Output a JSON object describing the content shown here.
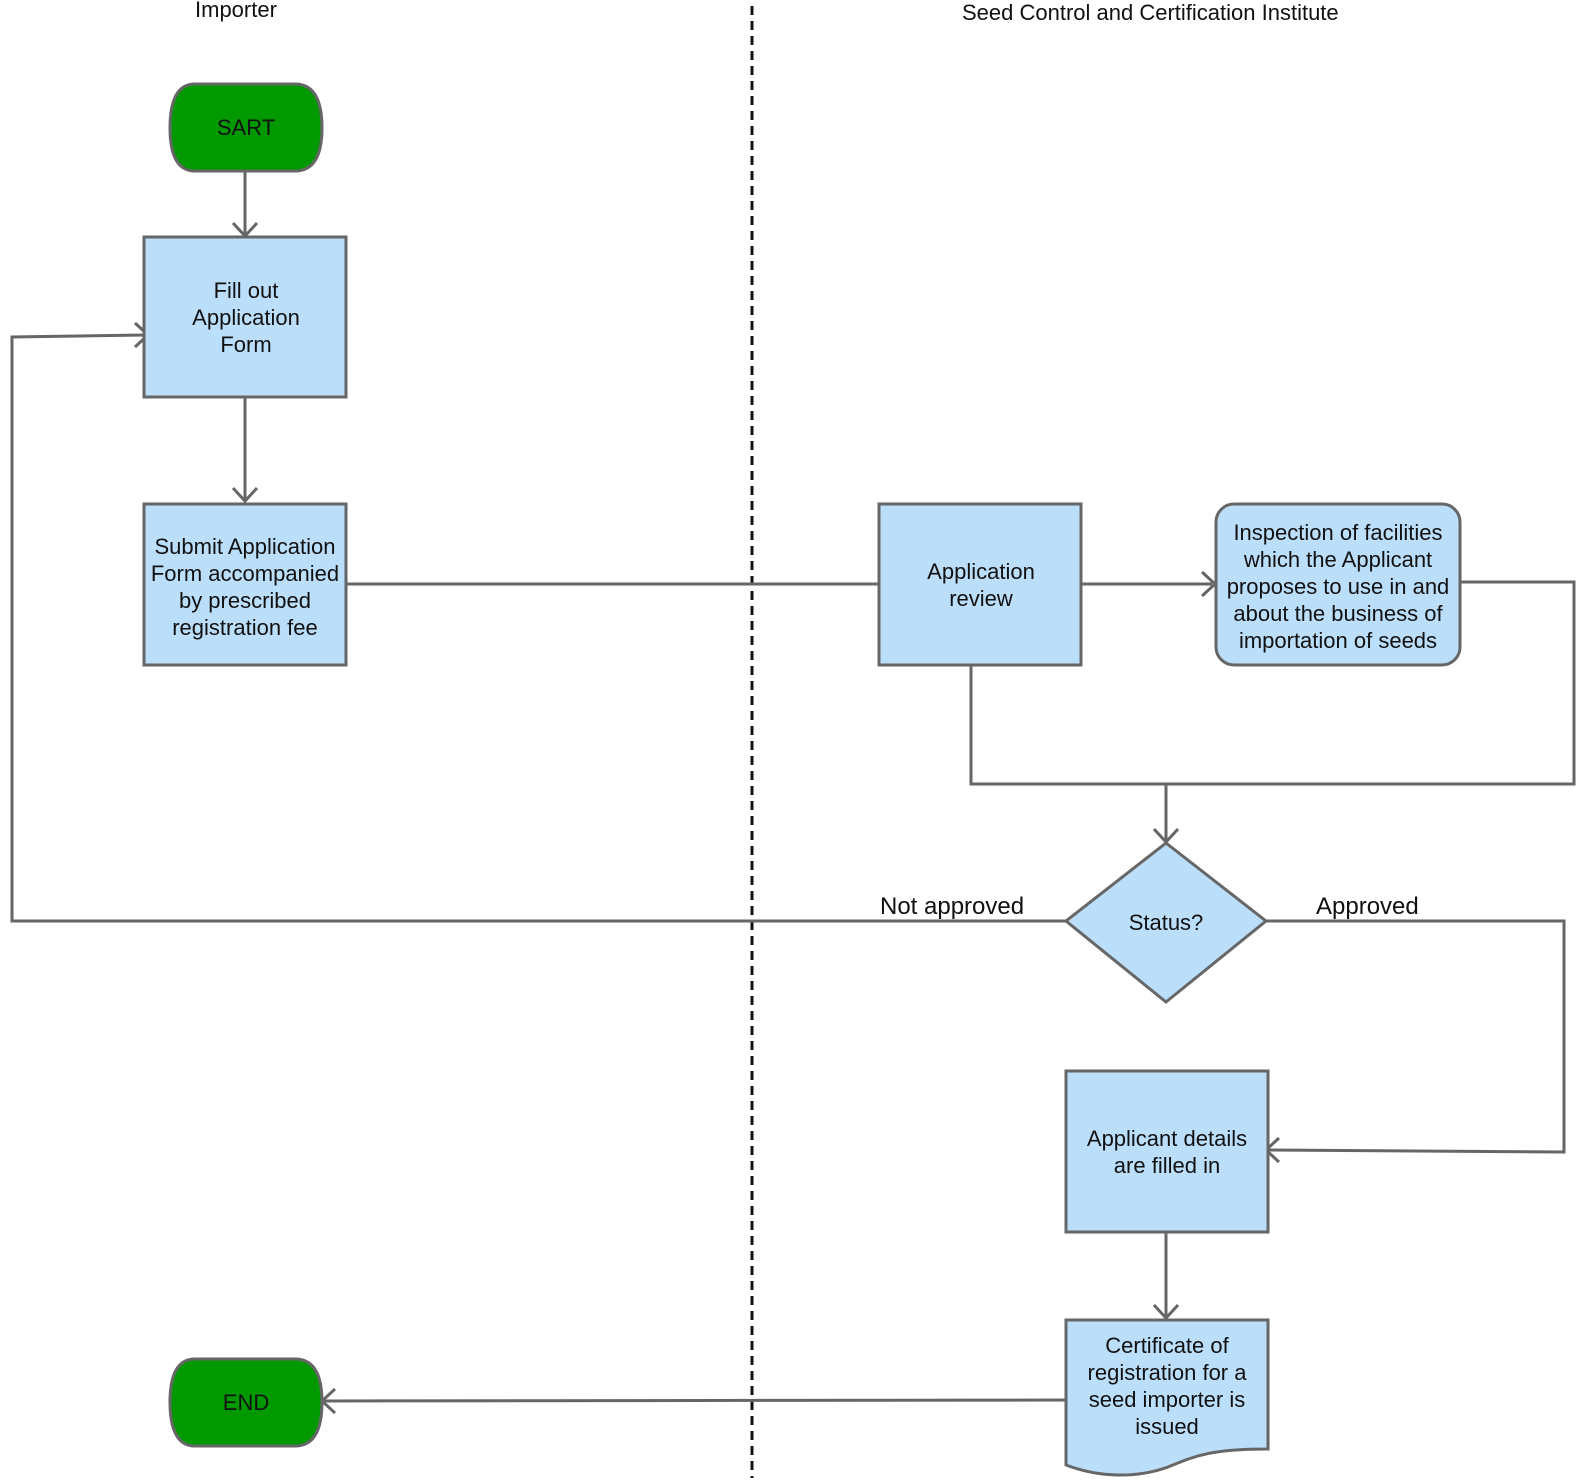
{
  "lanes": {
    "importer": "Importer",
    "institute": "Seed Control and Certification Institute"
  },
  "nodes": {
    "start": "SART",
    "fill_form": "Fill out Application Form",
    "submit_form": "Submit Application Form accompanied by prescribed registration fee",
    "review": "Application review",
    "inspection": "Inspection of facilities which the Applicant proposes to use in and about the business of importation of seeds",
    "status": "Status?",
    "details": "Applicant details are filled in",
    "certificate": "Certificate of registration for a seed importer is issued",
    "end": "END"
  },
  "edges": {
    "not_approved": "Not approved",
    "approved": "Approved"
  },
  "colors": {
    "terminal_fill": "#009900",
    "process_fill": "#bbdefb",
    "stroke": "#666666",
    "divider": "#111111"
  }
}
